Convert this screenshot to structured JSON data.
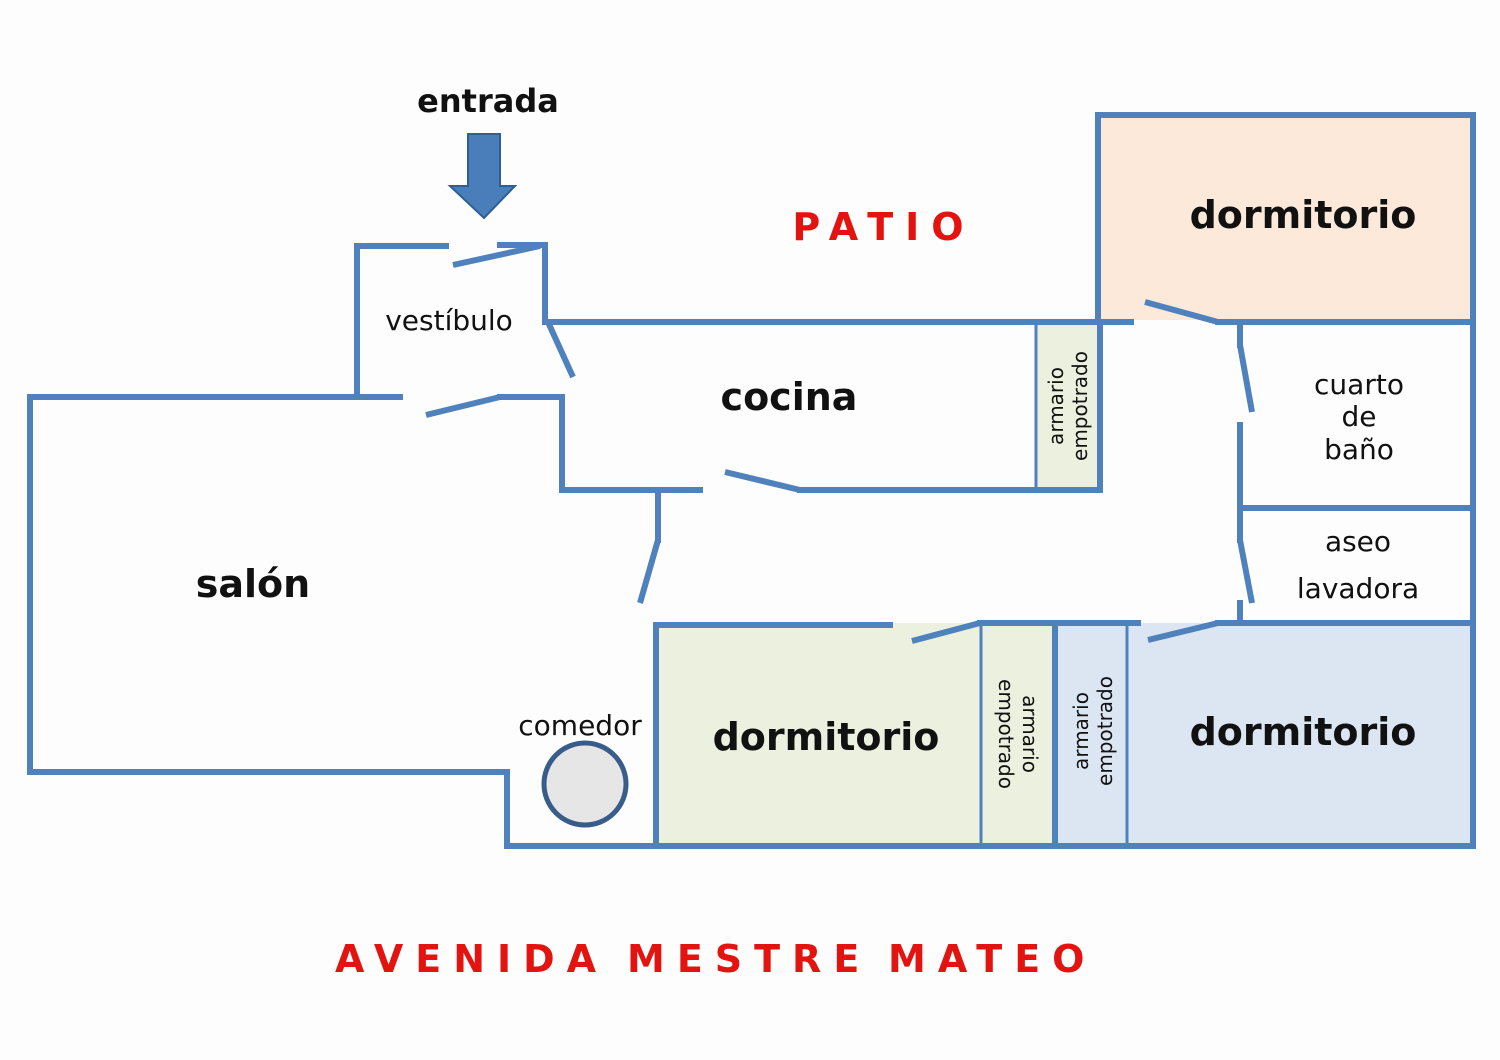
{
  "colors": {
    "wall": "#4f81bd",
    "arrow": "#4a7ebb",
    "arrow_edge": "#2f5f92",
    "street_text": "#e3140f",
    "bedroom_top_fill": "#fde9d9",
    "bedroom_left_fill": "#ebf1de",
    "bedroom_right_fill": "#dce6f2",
    "closet_kitchen_fill": "#ebf1de",
    "closet_left_fill": "#ebf1de",
    "closet_right_fill": "#dce6f2",
    "table_fill": "#e6e6e6",
    "table_edge": "#385d8a"
  },
  "labels": {
    "entrada": "entrada",
    "patio": "PATIO",
    "vestibulo": "vestíbulo",
    "cocina": "cocina",
    "salon": "salón",
    "comedor": "comedor",
    "dormitorio_top": "dormitorio",
    "dormitorio_left": "dormitorio",
    "dormitorio_right": "dormitorio",
    "bano_line1": "cuarto",
    "bano_line2": "de",
    "bano_line3": "baño",
    "aseo": "aseo",
    "lavadora": "lavadora",
    "closet_kitchen_line1": "armario",
    "closet_kitchen_line2": "empotrado",
    "closet_left_line1": "armario",
    "closet_left_line2": "empotrado",
    "closet_right_line1": "armario",
    "closet_right_line2": "empotrado",
    "street_word1": "AVENIDA",
    "street_word2": "MESTRE",
    "street_word3": "MATEO"
  },
  "icons": {
    "entrance_arrow": "arrow-down-icon",
    "dining_table": "round-table-icon"
  }
}
